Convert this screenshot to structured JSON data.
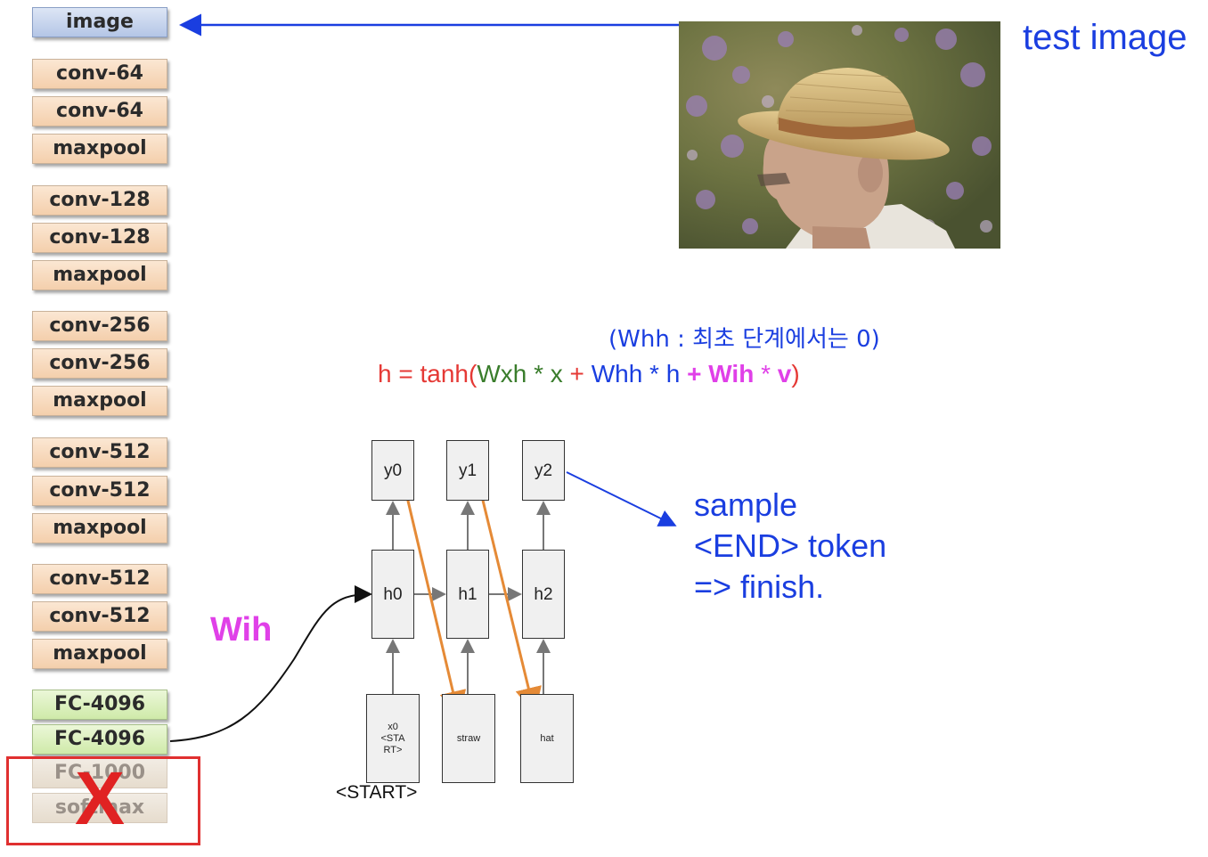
{
  "cnn_layers": {
    "image": "image",
    "conv64a": "conv-64",
    "conv64b": "conv-64",
    "pool1": "maxpool",
    "conv128a": "conv-128",
    "conv128b": "conv-128",
    "pool2": "maxpool",
    "conv256a": "conv-256",
    "conv256b": "conv-256",
    "pool3": "maxpool",
    "conv512a": "conv-512",
    "conv512b": "conv-512",
    "pool4": "maxpool",
    "conv512c": "conv-512",
    "conv512d": "conv-512",
    "pool5": "maxpool",
    "fc1": "FC-4096",
    "fc2": "FC-4096",
    "fc3": "FC-1000",
    "softmax": "softmax",
    "removed_mark": "X"
  },
  "labels": {
    "test_image": "test image",
    "wih": "Wih",
    "start": "<START>",
    "sample_line1": "sample",
    "sample_line2": "<END> token",
    "sample_line3": "=> finish."
  },
  "note": {
    "prefix": "(Whh : ",
    "korean": "최초 단계에서는",
    "suffix": " 0)"
  },
  "equation": {
    "p1": "h = tanh(",
    "p2": "Wxh * x",
    "p3": " + ",
    "p4": "Whh * h",
    "p5": " + ",
    "p6": "Wih",
    "p7": " * ",
    "p8": "v",
    "p9": ")"
  },
  "rnn": {
    "outputs": [
      "y0",
      "y1",
      "y2"
    ],
    "hidden": [
      "h0",
      "h1",
      "h2"
    ],
    "inputs": [
      "x0\n<STA\nRT>",
      "straw",
      "hat"
    ]
  },
  "colors": {
    "blue": "#1a3ee0",
    "red": "#e53935",
    "green": "#3a7d2c",
    "magenta": "#e040e8",
    "orange": "#e58a36"
  }
}
